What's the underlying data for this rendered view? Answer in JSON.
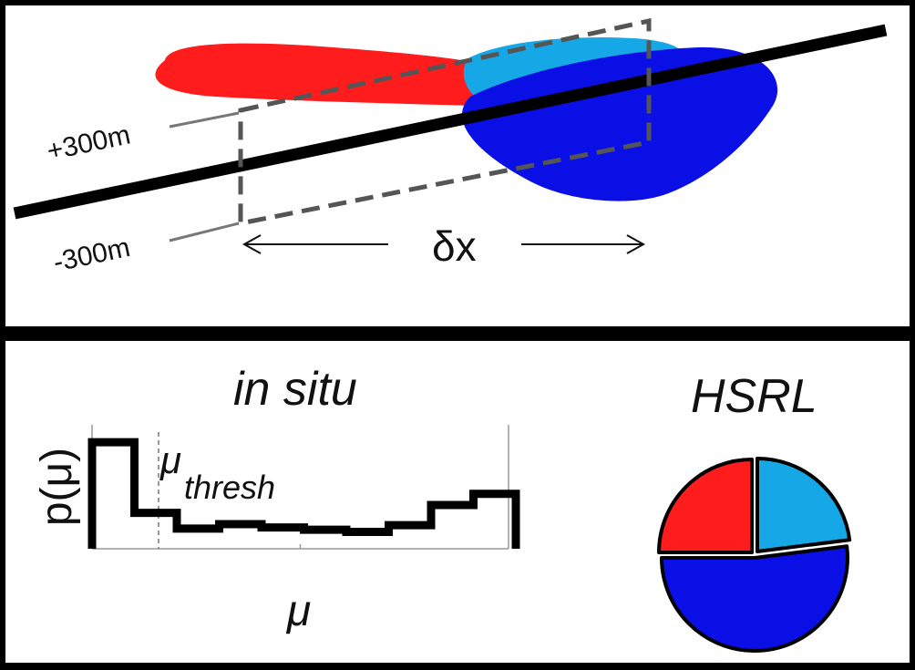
{
  "top": {
    "upper_offset_label": "+300m",
    "lower_offset_label": "-300m",
    "span_label": "δx"
  },
  "bottom": {
    "insitu_title": "in situ",
    "hsrl_title": "HSRL",
    "ylabel": "p(μ)",
    "xlabel": "μ",
    "thresh_symbol": "μ",
    "thresh_subscript": "thresh"
  },
  "colors": {
    "red": "#ff1c1c",
    "light_blue": "#16a7e6",
    "dark_blue": "#0a0fe6",
    "box_dash": "#555555",
    "line": "#000000"
  },
  "chart_data": [
    {
      "type": "step",
      "title": "in situ",
      "xlabel": "μ",
      "ylabel": "p(μ)",
      "note": "threshold marked by dashed vertical line labelled μ_thresh",
      "values": [
        0.95,
        0.32,
        0.18,
        0.22,
        0.19,
        0.17,
        0.15,
        0.21,
        0.39,
        0.49
      ]
    },
    {
      "type": "pie",
      "title": "HSRL",
      "slices": [
        {
          "color": "#ff1c1c",
          "value": 0.25
        },
        {
          "color": "#16a7e6",
          "value": 0.23
        },
        {
          "color": "#0a0fe6",
          "value": 0.52
        }
      ]
    }
  ]
}
